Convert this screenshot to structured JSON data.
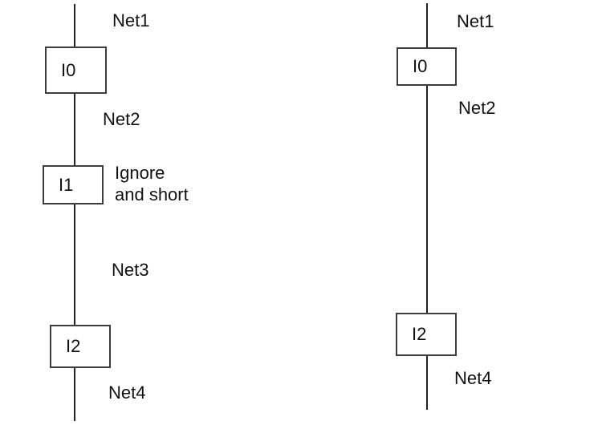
{
  "figure": {
    "left": {
      "instances": {
        "i0": "I0",
        "i1": "I1",
        "i2": "I2"
      },
      "nets": {
        "net1": "Net1",
        "net2": "Net2",
        "net3": "Net3",
        "net4": "Net4"
      },
      "annotation": {
        "line1": "Ignore",
        "line2": "and short"
      }
    },
    "right": {
      "instances": {
        "i0": "I0",
        "i2": "I2"
      },
      "nets": {
        "net1": "Net1",
        "net2": "Net2",
        "net4": "Net4"
      }
    }
  },
  "colors": {
    "wire": "#222222",
    "box_border": "#3d3d3d",
    "text": "#111111",
    "background": "#ffffff"
  }
}
